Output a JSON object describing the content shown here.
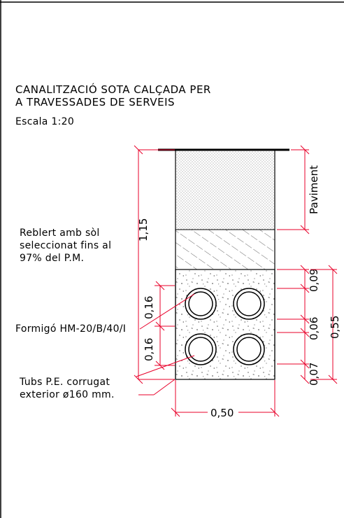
{
  "title": {
    "line1": "CANALITZACIÓ SOTA CALÇADA PER",
    "line2": "A TRAVESSADES DE SERVEIS"
  },
  "scale": "Escala 1:20",
  "labels": {
    "reblert": [
      "Reblert amb sòl",
      "seleccionat fins al",
      "97% del P.M."
    ],
    "formigo": "Formigó HM-20/B/40/I",
    "tubs": [
      "Tubs P.E. corrugat",
      "exterior ø160 mm."
    ],
    "paviment": "Paviment"
  },
  "dimensions": {
    "total_height": "1,15",
    "tube_spacing_top": "0,16",
    "tube_spacing_bottom": "0,16",
    "top_cover": "0,09",
    "between_tubes": "0,06",
    "bottom_cover": "0,07",
    "concrete_height": "0,55",
    "width": "0,50"
  },
  "colors": {
    "dimension": "#e8002a",
    "lines": "#000000",
    "pavement_fill": "#e6e6e6"
  }
}
